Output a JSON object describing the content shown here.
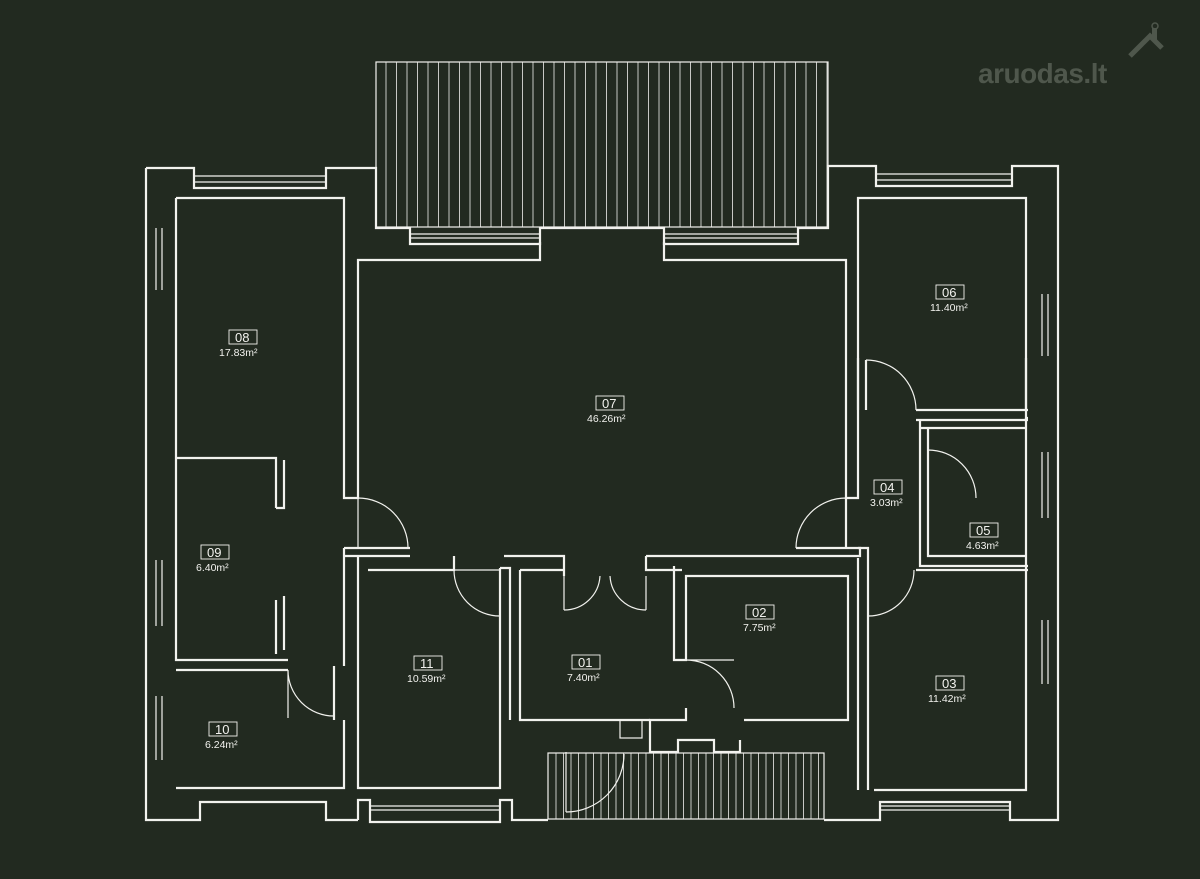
{
  "watermark": {
    "text": "aruodas.lt"
  },
  "colors": {
    "background": "#222a20",
    "lines": "#f2f2ee",
    "watermark": "#4f574c"
  },
  "rooms": [
    {
      "id": "01",
      "area": "7.40m²"
    },
    {
      "id": "02",
      "area": "7.75m²"
    },
    {
      "id": "03",
      "area": "11.42m²"
    },
    {
      "id": "04",
      "area": "3.03m²"
    },
    {
      "id": "05",
      "area": "4.63m²"
    },
    {
      "id": "06",
      "area": "11.40m²"
    },
    {
      "id": "07",
      "area": "46.26m²"
    },
    {
      "id": "08",
      "area": "17.83m²"
    },
    {
      "id": "09",
      "area": "6.40m²"
    },
    {
      "id": "10",
      "area": "6.24m²"
    },
    {
      "id": "11",
      "area": "10.59m²"
    }
  ]
}
